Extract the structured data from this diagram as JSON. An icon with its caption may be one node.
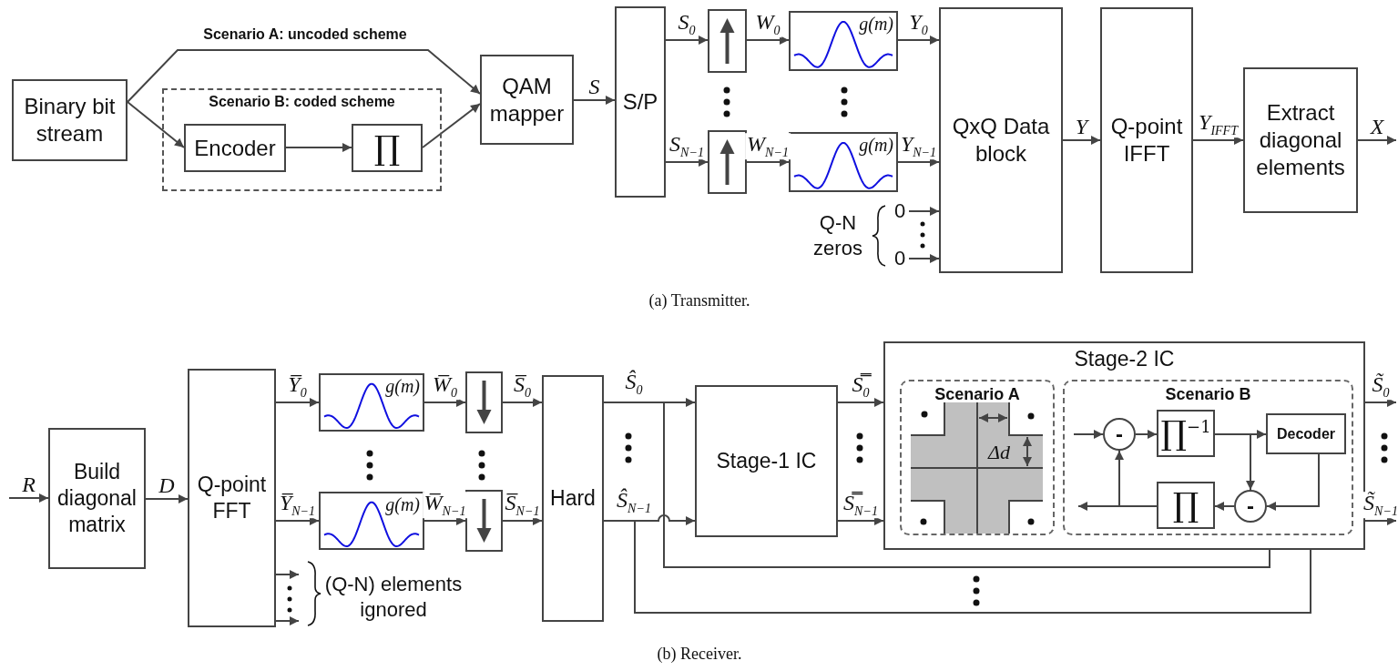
{
  "diagram": {
    "nodes": [
      {
        "text": [
          "Binary bit stream"
        ]
      },
      {
        "text": [
          "Scenario B: coded scheme"
        ]
      },
      {
        "text": [
          "Encoder"
        ],
        "in": 1
      },
      {
        "text": [
          "∏"
        ],
        "in": 1
      },
      {
        "text": [
          "QAM mapper"
        ]
      },
      {
        "text": [
          "S/P"
        ]
      },
      {
        "text": [],
        "shape": "box"
      },
      {
        "text": [],
        "shape": "box"
      },
      {
        "text": [
          "g(m)"
        ]
      },
      {
        "text": [
          "g(m)"
        ]
      },
      {
        "text": [
          "QxQ Data block"
        ]
      },
      {
        "text": [
          "Q-point IFFT"
        ]
      },
      {
        "text": [
          "Extract diagonal elements"
        ]
      },
      {
        "text": [
          "Build diagonal matrix"
        ]
      },
      {
        "text": [
          "Q-point FFT"
        ]
      },
      {
        "text": [
          "g(m)"
        ]
      },
      {
        "text": [
          "g(m)"
        ]
      },
      {
        "text": [],
        "shape": "box"
      },
      {
        "text": [],
        "shape": "box"
      },
      {
        "text": [
          "Hard"
        ]
      },
      {
        "text": [
          "Stage-1 IC"
        ]
      },
      {
        "text": [
          "Stage-2 IC"
        ]
      },
      {
        "text": [
          "Scenario A"
        ],
        "in": 21
      },
      {
        "text": [
          "Scenario B"
        ],
        "in": 21
      },
      {
        "text": [
          "-"
        ],
        "in": 23
      },
      {
        "text": [
          "∏$^{−1}$"
        ],
        "in": 23
      },
      {
        "text": [
          "Decoder"
        ],
        "in": 23
      },
      {
        "text": [
          "∏"
        ],
        "in": 23
      },
      {
        "text": [
          "-"
        ],
        "in": 23
      },
      {
        "text": [
          "0"
        ]
      },
      {
        "text": [
          "0"
        ]
      }
    ],
    "edges": [
      {
        "from": 0,
        "to": 4,
        "arrow": "to",
        "label": "Scenario A: uncoded scheme"
      },
      {
        "from": 0,
        "to": 2,
        "arrow": "to"
      },
      {
        "from": 2,
        "to": 3,
        "arrow": "to"
      },
      {
        "from": 3,
        "to": 4,
        "arrow": "to"
      },
      {
        "from": 4,
        "to": 5,
        "arrow": "to",
        "label": "S"
      },
      {
        "from": 5,
        "to": 6,
        "arrow": "to",
        "label": "S$_{0}$"
      },
      {
        "from": 5,
        "to": 7,
        "arrow": "to",
        "label": "S$_{N−1}$"
      },
      {
        "from": 6,
        "to": 8,
        "arrow": "to",
        "label": "W$_{0}$"
      },
      {
        "from": 7,
        "to": 9,
        "arrow": "to",
        "label": "W$_{N−1}$"
      },
      {
        "from": 8,
        "to": 10,
        "arrow": "to",
        "label": "Y$_{0}$"
      },
      {
        "from": 9,
        "to": 10,
        "arrow": "to",
        "label": "Y$_{N−1}$"
      },
      {
        "from": 29,
        "to": 10,
        "arrow": "to"
      },
      {
        "from": 30,
        "to": 10,
        "arrow": "to"
      },
      {
        "from": 10,
        "to": 11,
        "arrow": "to",
        "label": "Y"
      },
      {
        "from": 11,
        "to": 12,
        "arrow": "to",
        "label": "Y$_{IFFT}$"
      },
      {
        "from": 12,
        "to": null,
        "arrow": "to",
        "label": "X"
      },
      {
        "from": null,
        "to": 13,
        "arrow": "to",
        "label": "R"
      },
      {
        "from": 13,
        "to": 14,
        "arrow": "to",
        "label": "D"
      },
      {
        "from": 14,
        "to": 15,
        "arrow": "to",
        "label": "Y̅$_{0}$"
      },
      {
        "from": 14,
        "to": 16,
        "arrow": "to",
        "label": "Y̅$_{N−1}$"
      },
      {
        "from": 14,
        "to": null,
        "arrow": "to"
      },
      {
        "from": 14,
        "to": null,
        "arrow": "to"
      },
      {
        "from": 15,
        "to": 17,
        "arrow": "to",
        "label": "W̅$_{0}$"
      },
      {
        "from": 16,
        "to": 18,
        "arrow": "to",
        "label": "W̅$_{N−1}$"
      },
      {
        "from": 17,
        "to": 19,
        "arrow": "to",
        "label": "S̅$_{0}$"
      },
      {
        "from": 18,
        "to": 19,
        "arrow": "to",
        "label": "S̅$_{N−1}$"
      },
      {
        "from": 19,
        "to": 20,
        "arrow": "to",
        "label": "Ŝ$_{0}$"
      },
      {
        "from": 19,
        "to": 20,
        "arrow": "to",
        "label": "Ŝ$_{N−1}$"
      },
      {
        "from": 19,
        "to": 21,
        "arrow": "none"
      },
      {
        "from": 19,
        "to": 21,
        "arrow": "none"
      },
      {
        "from": 20,
        "to": 21,
        "arrow": "to",
        "label": "S̿$_{0}$"
      },
      {
        "from": 20,
        "to": 21,
        "arrow": "to",
        "label": "S̿$_{N−1}$"
      },
      {
        "from": 21,
        "to": null,
        "arrow": "to",
        "label": "S̃$_{0}$"
      },
      {
        "from": 21,
        "to": null,
        "arrow": "to",
        "label": "S̃$_{N−1}$"
      },
      {
        "from": null,
        "to": 24,
        "arrow": "to"
      },
      {
        "from": 24,
        "to": 25,
        "arrow": "to"
      },
      {
        "from": 25,
        "to": 26,
        "arrow": "to"
      },
      {
        "from": 25,
        "to": 28,
        "arrow": "to"
      },
      {
        "from": 26,
        "to": 28,
        "arrow": "to"
      },
      {
        "from": 28,
        "to": 27,
        "arrow": "to"
      },
      {
        "from": 27,
        "to": null,
        "arrow": "to"
      },
      {
        "from": 27,
        "to": 24,
        "arrow": "to"
      }
    ],
    "labels": [
      "Q-N zeros",
      "(a) Transmitter.",
      "Δd",
      "(Q-N) elements ignored",
      "(b) Receiver."
    ]
  }
}
